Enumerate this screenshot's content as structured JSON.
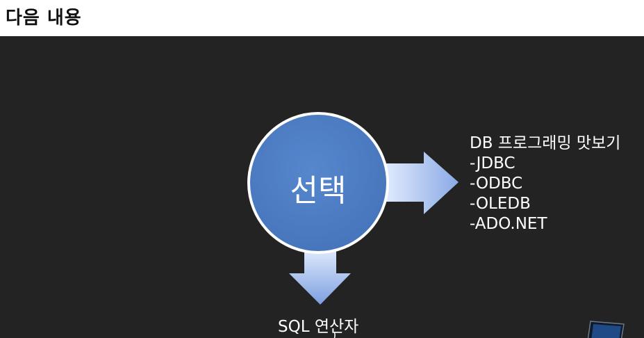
{
  "header": {
    "title": "다음 내용"
  },
  "diagram": {
    "center": {
      "label": "선택"
    },
    "right": {
      "lines": [
        "DB 프로그래밍 맛보기",
        "-JDBC",
        "-ODBC",
        "-OLEDB",
        "-ADO.NET"
      ]
    },
    "bottom": {
      "label": "SQL 연산자"
    },
    "colors": {
      "background": "#232323",
      "circle_fill": "#4f7fc4",
      "circle_border": "#ffffff",
      "arrow_light": "#e6efff",
      "arrow_dark": "#7c9fe0"
    },
    "icons": [
      "right-arrow-icon",
      "down-arrow-icon",
      "laptop-icon"
    ]
  }
}
